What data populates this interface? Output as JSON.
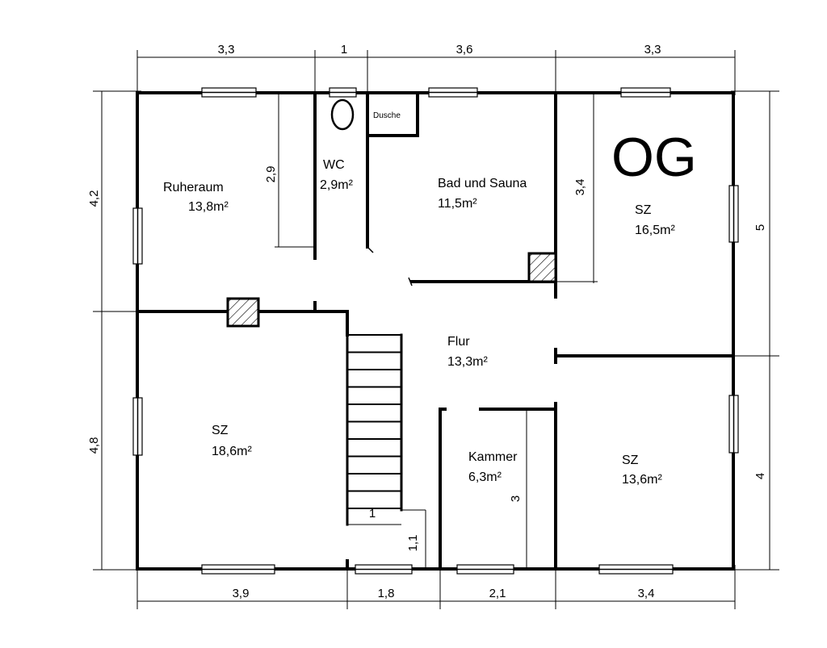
{
  "plan_title": "OG",
  "rooms": {
    "ruheraum": {
      "name": "Ruheraum",
      "area": "13,8m²"
    },
    "wc": {
      "name": "WC",
      "area": "2,9m²"
    },
    "dusche": {
      "name": "Dusche"
    },
    "bad": {
      "name": "Bad und Sauna",
      "area": "11,5m²"
    },
    "sz_ne": {
      "name": "SZ",
      "area": "16,5m²"
    },
    "flur": {
      "name": "Flur",
      "area": "13,3m²"
    },
    "sz_sw": {
      "name": "SZ",
      "area": "18,6m²"
    },
    "kammer": {
      "name": "Kammer",
      "area": "6,3m²"
    },
    "sz_se": {
      "name": "SZ",
      "area": "13,6m²"
    }
  },
  "dimensions": {
    "top": [
      "3,3",
      "1",
      "3,6",
      "3,3"
    ],
    "bottom": [
      "3,9",
      "1,8",
      "2,1",
      "3,4"
    ],
    "left": [
      "4,2",
      "4,8"
    ],
    "right": [
      "5",
      "4"
    ],
    "inner": {
      "ruheraum_depth": "2,9",
      "bad_depth": "3,4",
      "kammer_depth": "3",
      "stair_width": "1",
      "stair_gap": "1,1"
    }
  },
  "colors": {
    "lines": "#000000",
    "background": "#ffffff"
  }
}
